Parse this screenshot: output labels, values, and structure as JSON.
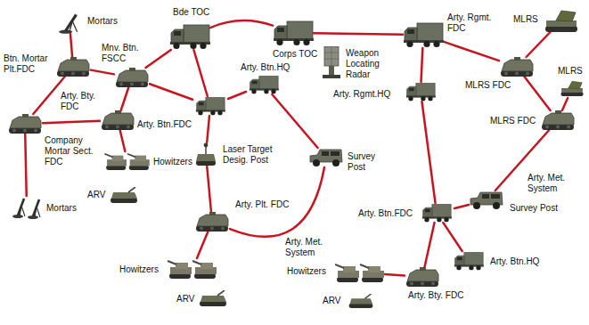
{
  "diagram": {
    "nodes": [
      {
        "text": [
          "Mortars"
        ]
      },
      {
        "text": [
          "Btn. Mortar Plt.FDC"
        ]
      },
      {
        "text": [
          "Mnv. Btn. FSCC"
        ]
      },
      {
        "text": [
          "Bde TOC"
        ]
      },
      {
        "text": [
          "Corps TOC"
        ]
      },
      {
        "text": [
          "Arty. Rgmt. FDC"
        ]
      },
      {
        "text": [
          "MLRS"
        ]
      },
      {
        "text": [
          "MLRS FDC"
        ]
      },
      {
        "text": [
          "MLRS"
        ]
      },
      {
        "text": [
          "MLRS FDC"
        ]
      },
      {
        "text": [
          "Weapon Locating Radar"
        ]
      },
      {
        "text": [
          "Arty. Rgmt.HQ"
        ]
      },
      {
        "text": [
          "Arty. Btn.HQ"
        ]
      },
      {
        "text": [
          "Arty. Btn.FDC"
        ]
      },
      {
        "text": [
          "Arty. Bty. FDC"
        ]
      },
      {
        "text": [
          "Company Mortar Sect. FDC"
        ]
      },
      {
        "text": [
          "Laser Target Desig. Post"
        ]
      },
      {
        "text": [
          "Survey Post"
        ]
      },
      {
        "text": [
          "Howitzers"
        ]
      },
      {
        "text": [
          "ARV"
        ]
      },
      {
        "text": [
          "Mortars"
        ]
      },
      {
        "text": [
          "Arty. Plt. FDC"
        ]
      },
      {
        "text": [
          "Survey Post"
        ]
      },
      {
        "text": [
          "Arty. Btn.FDC"
        ]
      },
      {
        "text": [
          "Arty. Btn.HQ"
        ]
      },
      {
        "text": [
          "Arty. Bty. FDC"
        ]
      },
      {
        "text": [
          "Howitzers"
        ]
      },
      {
        "text": [
          "ARV"
        ]
      },
      {
        "text": [
          "Howitzers"
        ]
      },
      {
        "text": [
          "ARV"
        ]
      }
    ],
    "edges": [
      {
        "from": 0,
        "to": 1,
        "arrow": "none"
      },
      {
        "from": 1,
        "to": 2,
        "arrow": "none"
      },
      {
        "from": 1,
        "to": 15,
        "arrow": "none"
      },
      {
        "from": 2,
        "to": 3,
        "arrow": "none"
      },
      {
        "from": 2,
        "to": 13,
        "arrow": "none"
      },
      {
        "from": 2,
        "to": 14,
        "arrow": "none"
      },
      {
        "from": 15,
        "to": 14,
        "arrow": "none"
      },
      {
        "from": 15,
        "to": 20,
        "arrow": "none"
      },
      {
        "from": 14,
        "to": 18,
        "arrow": "none"
      },
      {
        "from": 3,
        "to": 4,
        "arrow": "none"
      },
      {
        "from": 4,
        "to": 5,
        "arrow": "none"
      },
      {
        "from": 3,
        "to": 13,
        "arrow": "none"
      },
      {
        "from": 13,
        "to": 12,
        "arrow": "none"
      },
      {
        "from": 13,
        "to": 16,
        "arrow": "none"
      },
      {
        "from": 12,
        "to": 17,
        "arrow": "none"
      },
      {
        "from": 16,
        "to": 21,
        "arrow": "none"
      },
      {
        "from": 21,
        "to": 26,
        "arrow": "none"
      },
      {
        "from": 21,
        "to": 17,
        "arrow": "none"
      },
      {
        "from": 5,
        "to": 7,
        "arrow": "none"
      },
      {
        "from": 7,
        "to": 6,
        "arrow": "none"
      },
      {
        "from": 7,
        "to": 9,
        "arrow": "none"
      },
      {
        "from": 9,
        "to": 8,
        "arrow": "none"
      },
      {
        "from": 9,
        "to": 22,
        "arrow": "none"
      },
      {
        "from": 5,
        "to": 11,
        "arrow": "none"
      },
      {
        "from": 11,
        "to": 23,
        "arrow": "none"
      },
      {
        "from": 22,
        "to": 23,
        "arrow": "none"
      },
      {
        "from": 23,
        "to": 24,
        "arrow": "none"
      },
      {
        "from": 23,
        "to": 25,
        "arrow": "none"
      },
      {
        "from": 25,
        "to": 28,
        "arrow": "none"
      }
    ],
    "labels": [
      "Arty. Met. System",
      "Arty. Met. System"
    ]
  }
}
